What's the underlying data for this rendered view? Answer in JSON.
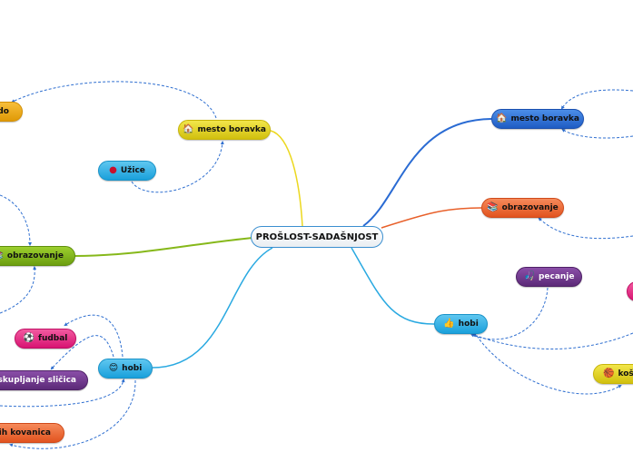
{
  "central": {
    "label": "PROŠLOST-SADAŠNJOST"
  },
  "left": {
    "mesto_boravka": {
      "label": "mesto boravka",
      "icon": "house-icon",
      "color": "#d9c81a"
    },
    "grad_partial": {
      "label": "do",
      "color": "#eba414"
    },
    "uzice": {
      "label": "Užice",
      "icon": "serbia-flag-icon",
      "color": "#29a9e1"
    },
    "obrazovanje": {
      "label": "obrazovanje",
      "icon": "books-icon",
      "color": "#7aab17"
    },
    "hobi": {
      "label": "hobi",
      "icon": "smiley-icon",
      "color": "#29a9e1"
    },
    "fudbal": {
      "label": "fudbal",
      "icon": "soccer-ball-icon",
      "color": "#e31e7d"
    },
    "skupljanje": {
      "label": "skupljanje sličica",
      "icon": "eyes-icon",
      "color": "#6a3588"
    },
    "kovanice": {
      "label": "ranih kovanica",
      "color": "#e8602a"
    }
  },
  "right": {
    "mesto_boravka": {
      "label": "mesto boravka",
      "icon": "house-icon",
      "color": "#2a6bd3"
    },
    "obrazovanje": {
      "label": "obrazovanje",
      "icon": "books-icon",
      "color": "#e8602a"
    },
    "hobi": {
      "label": "hobi",
      "icon": "thumbs-up-icon",
      "color": "#29a9e1"
    },
    "pecanje": {
      "label": "pecanje",
      "icon": "fishing-icon",
      "color": "#6a3588"
    },
    "kosarka": {
      "label": "koša",
      "icon": "basketball-icon",
      "color": "#d9c81a"
    }
  },
  "icons": {
    "house": "🏠",
    "flag": "●",
    "books": "📚",
    "smiley": "😊",
    "ball": "⚽",
    "eyes": "👀",
    "thumb": "👍",
    "fish": "🎣",
    "basketball": "🏀"
  }
}
